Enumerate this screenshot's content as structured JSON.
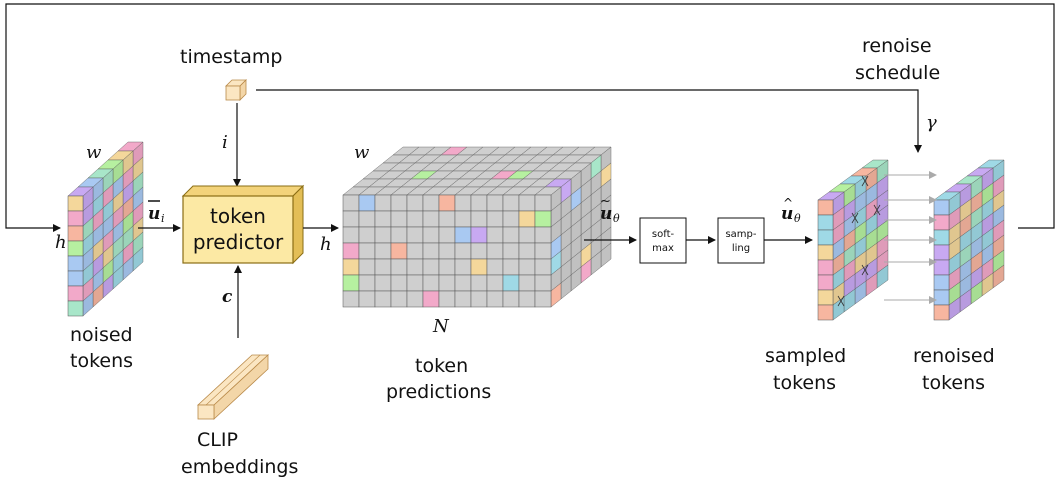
{
  "labels": {
    "timestamp": "timestamp",
    "renoise_line1": "renoise",
    "renoise_line2": "schedule",
    "gamma": "γ",
    "i": "i",
    "c": "c",
    "w1": "w",
    "h1": "h",
    "w2": "w",
    "h2": "h",
    "N": "N",
    "u_bar": "u",
    "u_bar_sub": "i",
    "u_tilde": "u",
    "u_tilde_sub": "θ",
    "u_hat": "u",
    "u_hat_sub": "θ",
    "noised_line1": "noised",
    "noised_line2": "tokens",
    "predictions_line1": "token",
    "predictions_line2": "predictions",
    "sampled_line1": "sampled",
    "sampled_line2": "tokens",
    "renoised_line1": "renoised",
    "renoised_line2": "tokens",
    "clip_line1": "CLIP",
    "clip_line2": "embeddings"
  },
  "boxes": {
    "predictor_line1": "token",
    "predictor_line2": "predictor",
    "softmax_line1": "soft-",
    "softmax_line2": "max",
    "sampling_line1": "samp-",
    "sampling_line2": "ling"
  },
  "colors": {
    "predictor_fill": "#fce9a4",
    "predictor_border": "#c9a227",
    "embed_fill": "#fbe6c2",
    "grid_gray": "#cfcfcf",
    "token_palette": [
      "#a8e6c9",
      "#a9c9f2",
      "#c8a9f2",
      "#f2a9c9",
      "#f4d79b",
      "#b6f0a0",
      "#f7b6a0",
      "#9fd9e6"
    ]
  }
}
